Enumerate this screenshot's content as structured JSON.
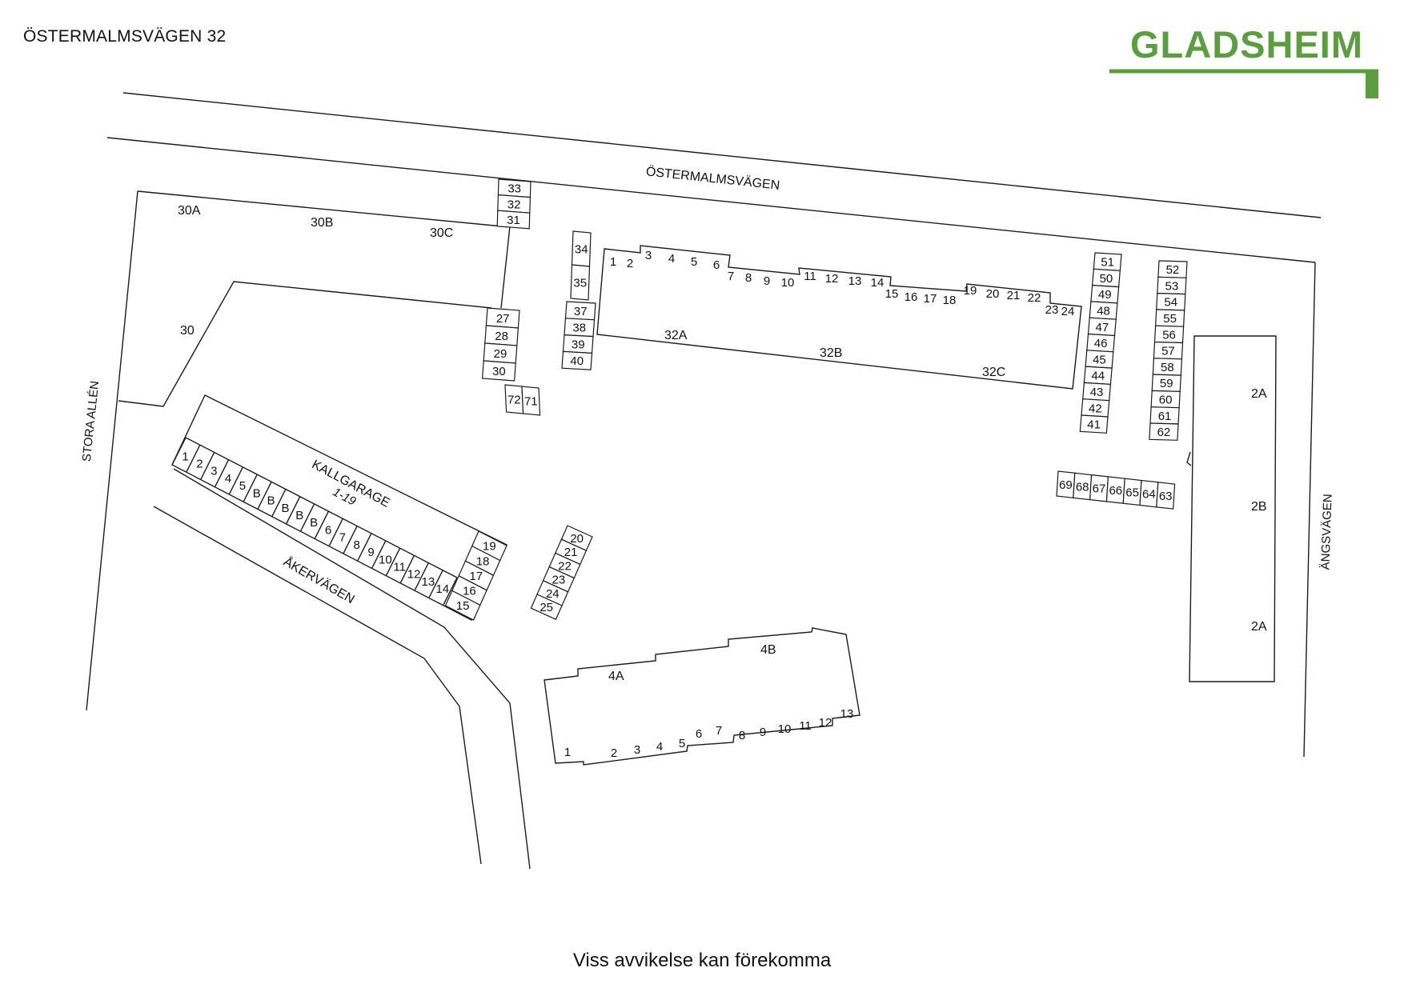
{
  "header": {
    "title": "ÖSTERMALMSVÄGEN 32",
    "logo_text": "GLADSHEIM",
    "brand_color": "#5a9e3f"
  },
  "footer": {
    "disclaimer": "Viss avvikelse kan förekomma"
  },
  "streets": {
    "ostermalmsvagen": "ÖSTERMALMSVÄGEN",
    "stora_allen": "STORA ALLÉN",
    "akervagen": "ÅKERVÄGEN",
    "angsvagen": "ÄNGSVÄGEN"
  },
  "buildings": {
    "b30a": "30A",
    "b30b": "30B",
    "b30c": "30C",
    "b30": "30",
    "b32a": "32A",
    "b32b": "32B",
    "b32c": "32C",
    "b4a": "4A",
    "b4b": "4B",
    "b2a_top": "2A",
    "b2b": "2B",
    "b2a_bottom": "2A"
  },
  "kallgarage": {
    "name": "KALLGARAGE",
    "range": "1-19",
    "spots": [
      "1",
      "2",
      "3",
      "4",
      "5",
      "B",
      "B",
      "B",
      "B",
      "B",
      "6",
      "7",
      "8",
      "9",
      "10",
      "11",
      "12",
      "13",
      "14"
    ],
    "end_spots": [
      "19",
      "18",
      "17",
      "16",
      "15"
    ]
  },
  "spots": {
    "s33_31": [
      "33",
      "32",
      "31"
    ],
    "s27_30": [
      "27",
      "28",
      "29",
      "30"
    ],
    "s72_71": [
      "72",
      "71"
    ],
    "s34_35": [
      "34",
      "35"
    ],
    "s37_40": [
      "37",
      "38",
      "39",
      "40"
    ],
    "row32": [
      "1",
      "2",
      "3",
      "4",
      "5",
      "6",
      "7",
      "8",
      "9",
      "10",
      "11",
      "12",
      "13",
      "14",
      "15",
      "16",
      "17",
      "18",
      "19",
      "20",
      "21",
      "22",
      "23",
      "24"
    ],
    "s51_41": [
      "51",
      "50",
      "49",
      "48",
      "47",
      "46",
      "45",
      "44",
      "43",
      "42",
      "41"
    ],
    "s52_62": [
      "52",
      "53",
      "54",
      "55",
      "56",
      "57",
      "58",
      "59",
      "60",
      "61",
      "62"
    ],
    "s69_63": [
      "69",
      "68",
      "67",
      "66",
      "65",
      "64",
      "63"
    ],
    "s20_25": [
      "20",
      "21",
      "22",
      "23",
      "24",
      "25"
    ],
    "row4": [
      "1",
      "2",
      "3",
      "4",
      "5",
      "6",
      "7",
      "8",
      "9",
      "10",
      "11",
      "12",
      "13"
    ]
  }
}
